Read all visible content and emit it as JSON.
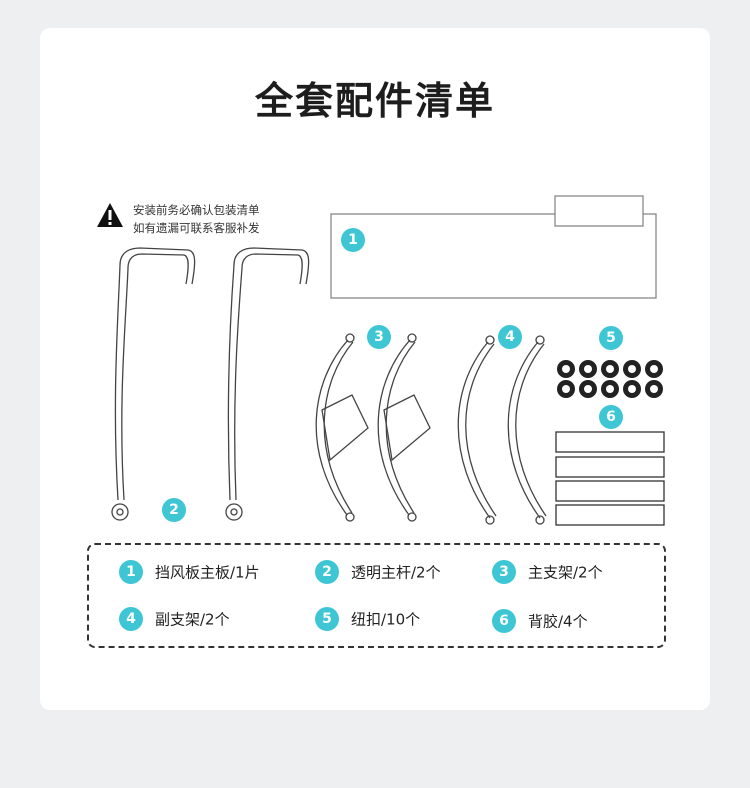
{
  "title": "全套配件清单",
  "warning": {
    "icon": "warning-triangle-icon",
    "line1": "安装前务必确认包装清单",
    "line2": "如有遗漏可联系客服补发"
  },
  "badges": [
    "1",
    "2",
    "3",
    "4",
    "5",
    "6"
  ],
  "legend": [
    {
      "num": "1",
      "label": "挡风板主板/1片"
    },
    {
      "num": "2",
      "label": "透明主杆/2个"
    },
    {
      "num": "3",
      "label": "主支架/2个"
    },
    {
      "num": "4",
      "label": "副支架/2个"
    },
    {
      "num": "5",
      "label": "纽扣/10个"
    },
    {
      "num": "6",
      "label": "背胶/4个"
    }
  ],
  "colors": {
    "badge": "#3fc6d4",
    "background": "#eeeff1",
    "card": "#ffffff"
  }
}
